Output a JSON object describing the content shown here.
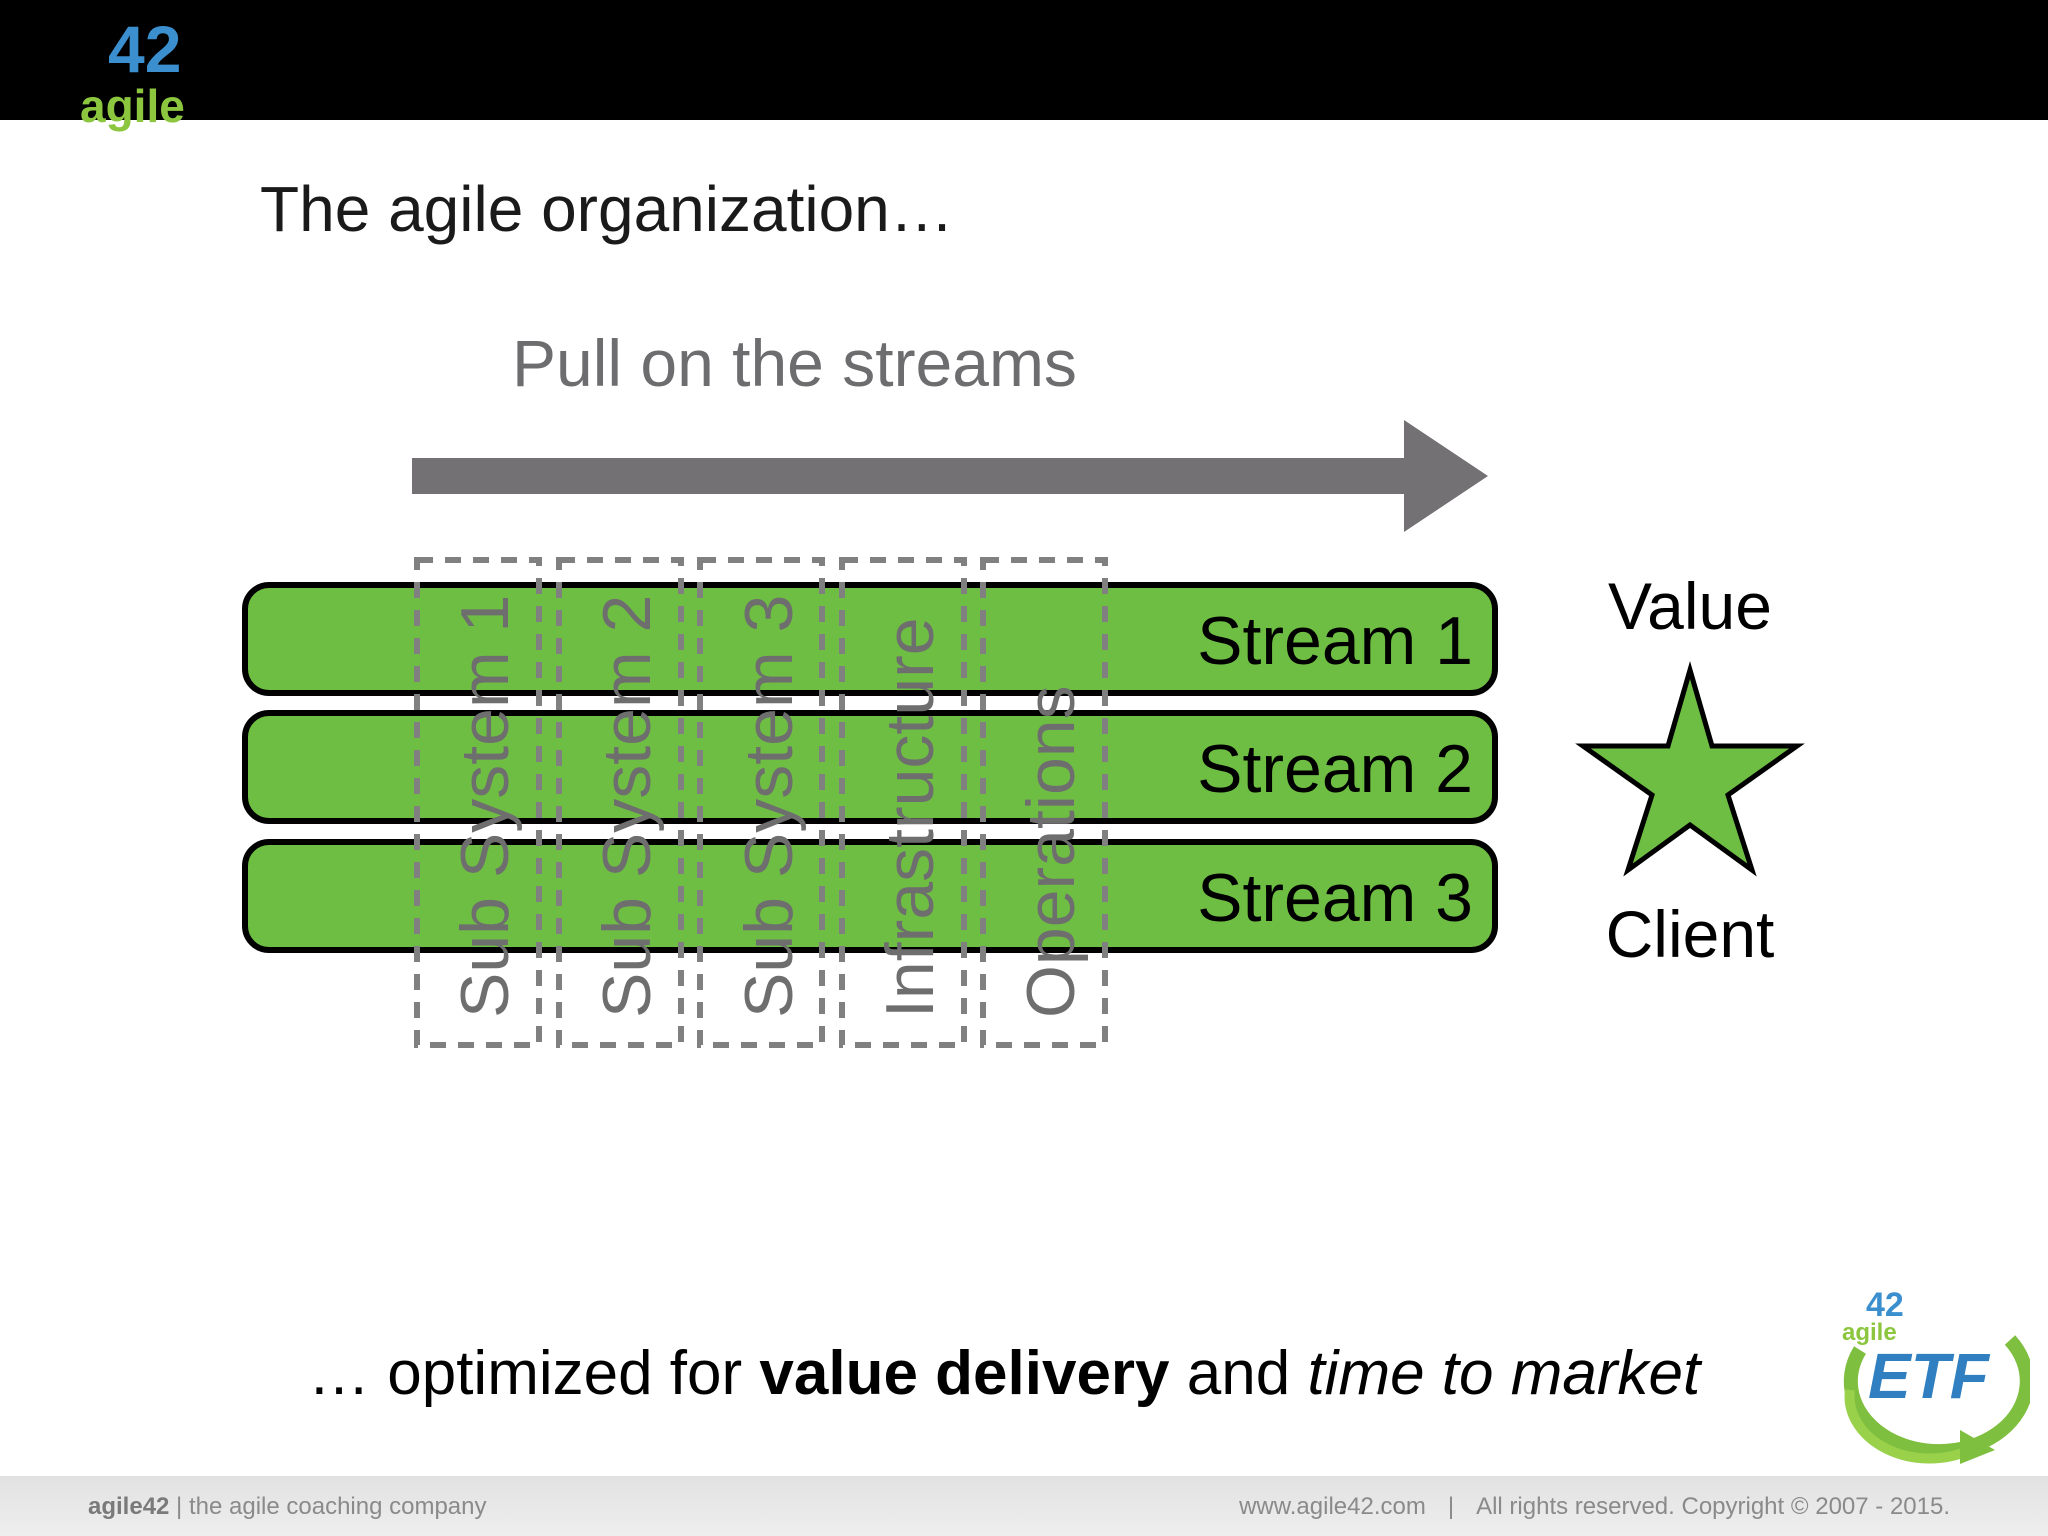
{
  "header": {
    "logo_text_number": "42",
    "logo_text_word": "agile"
  },
  "title": "The agile organization…",
  "diagram": {
    "pull_label": "Pull on the streams",
    "streams": [
      "Stream 1",
      "Stream 2",
      "Stream 3"
    ],
    "subsystems": [
      "Sub System 1",
      "Sub System 2",
      "Sub System 3",
      "Infrastructure",
      "Operations"
    ],
    "value_label": "Value",
    "client_label": "Client",
    "colors": {
      "stream_fill": "#6fbe44",
      "arrow": "#737173",
      "dashed": "#808080",
      "star_fill": "#6fbe44"
    }
  },
  "tagline": {
    "prefix": "… optimized for ",
    "bold": "value delivery",
    "middle": " and ",
    "italic": "time to market"
  },
  "etf_logo": {
    "number": "42",
    "word": "agile",
    "letters": "ETF"
  },
  "footer": {
    "brand": "agile42",
    "separator": " | ",
    "tagline": "the agile coaching company",
    "website": "www.agile42.com",
    "divider": "|",
    "copyright": "All rights reserved. Copyright © 2007 - 2015."
  }
}
